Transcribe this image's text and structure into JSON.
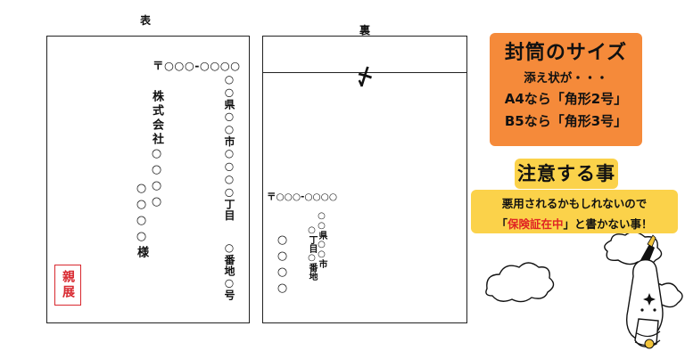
{
  "front": {
    "label": "表",
    "postal": "〒○○○-○○○○",
    "address_col1": "○○県○○市○○○○丁目",
    "address_col2": "○番地○号",
    "company": "株式会社○○○○",
    "name": "○○○○様",
    "stamp": "親展"
  },
  "back": {
    "label": "裏",
    "seal": "〆",
    "postal": "〒○○○-○○○○",
    "col1": "○○県○○市",
    "col2": "○丁目○番地",
    "col3": "○○○○"
  },
  "size_panel": {
    "title": "封筒のサイズ",
    "line1": "添え状が・・・",
    "line2": "A4なら「角形2号」",
    "line3": "B5なら「角形3号」"
  },
  "note_panel": {
    "title": "注意する事",
    "line1": "悪用されるかもしれないので",
    "line2_open": "「",
    "line2_red": "保険証在中",
    "line2_rest": "」と書かない事！"
  },
  "colors": {
    "accent_orange": "#f58a3a",
    "accent_yellow": "#fbd24a",
    "red": "#e02424",
    "stamp_red": "#d8282f"
  }
}
